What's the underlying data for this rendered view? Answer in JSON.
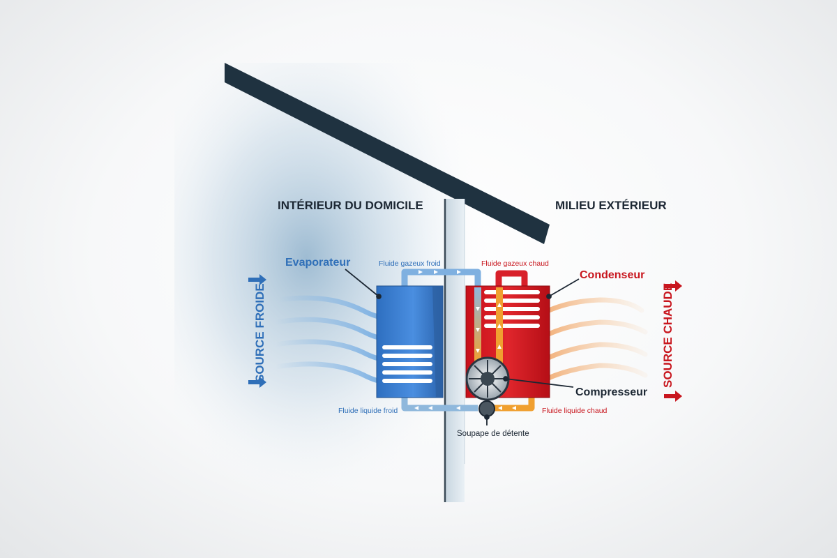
{
  "zones": {
    "interior": "INTÉRIEUR DU DOMICILE",
    "exterior": "MILIEU EXTÉRIEUR"
  },
  "components": {
    "evaporator": "Evaporateur",
    "condenser": "Condenseur",
    "compressor": "Compresseur",
    "expansion_valve": "Soupape de détente"
  },
  "fluids": {
    "cold_gas": "Fluide gazeux froid",
    "hot_gas": "Fluide gazeux chaud",
    "cold_liquid": "Fluide liquide froid",
    "hot_liquid": "Fluide liquide chaud"
  },
  "sources": {
    "cold": "SOURCE FROIDE",
    "hot": "SOURCE CHAUDE"
  },
  "colors": {
    "cold": "#2f6fb8",
    "hot": "#c8161e",
    "dark": "#1c2733"
  }
}
